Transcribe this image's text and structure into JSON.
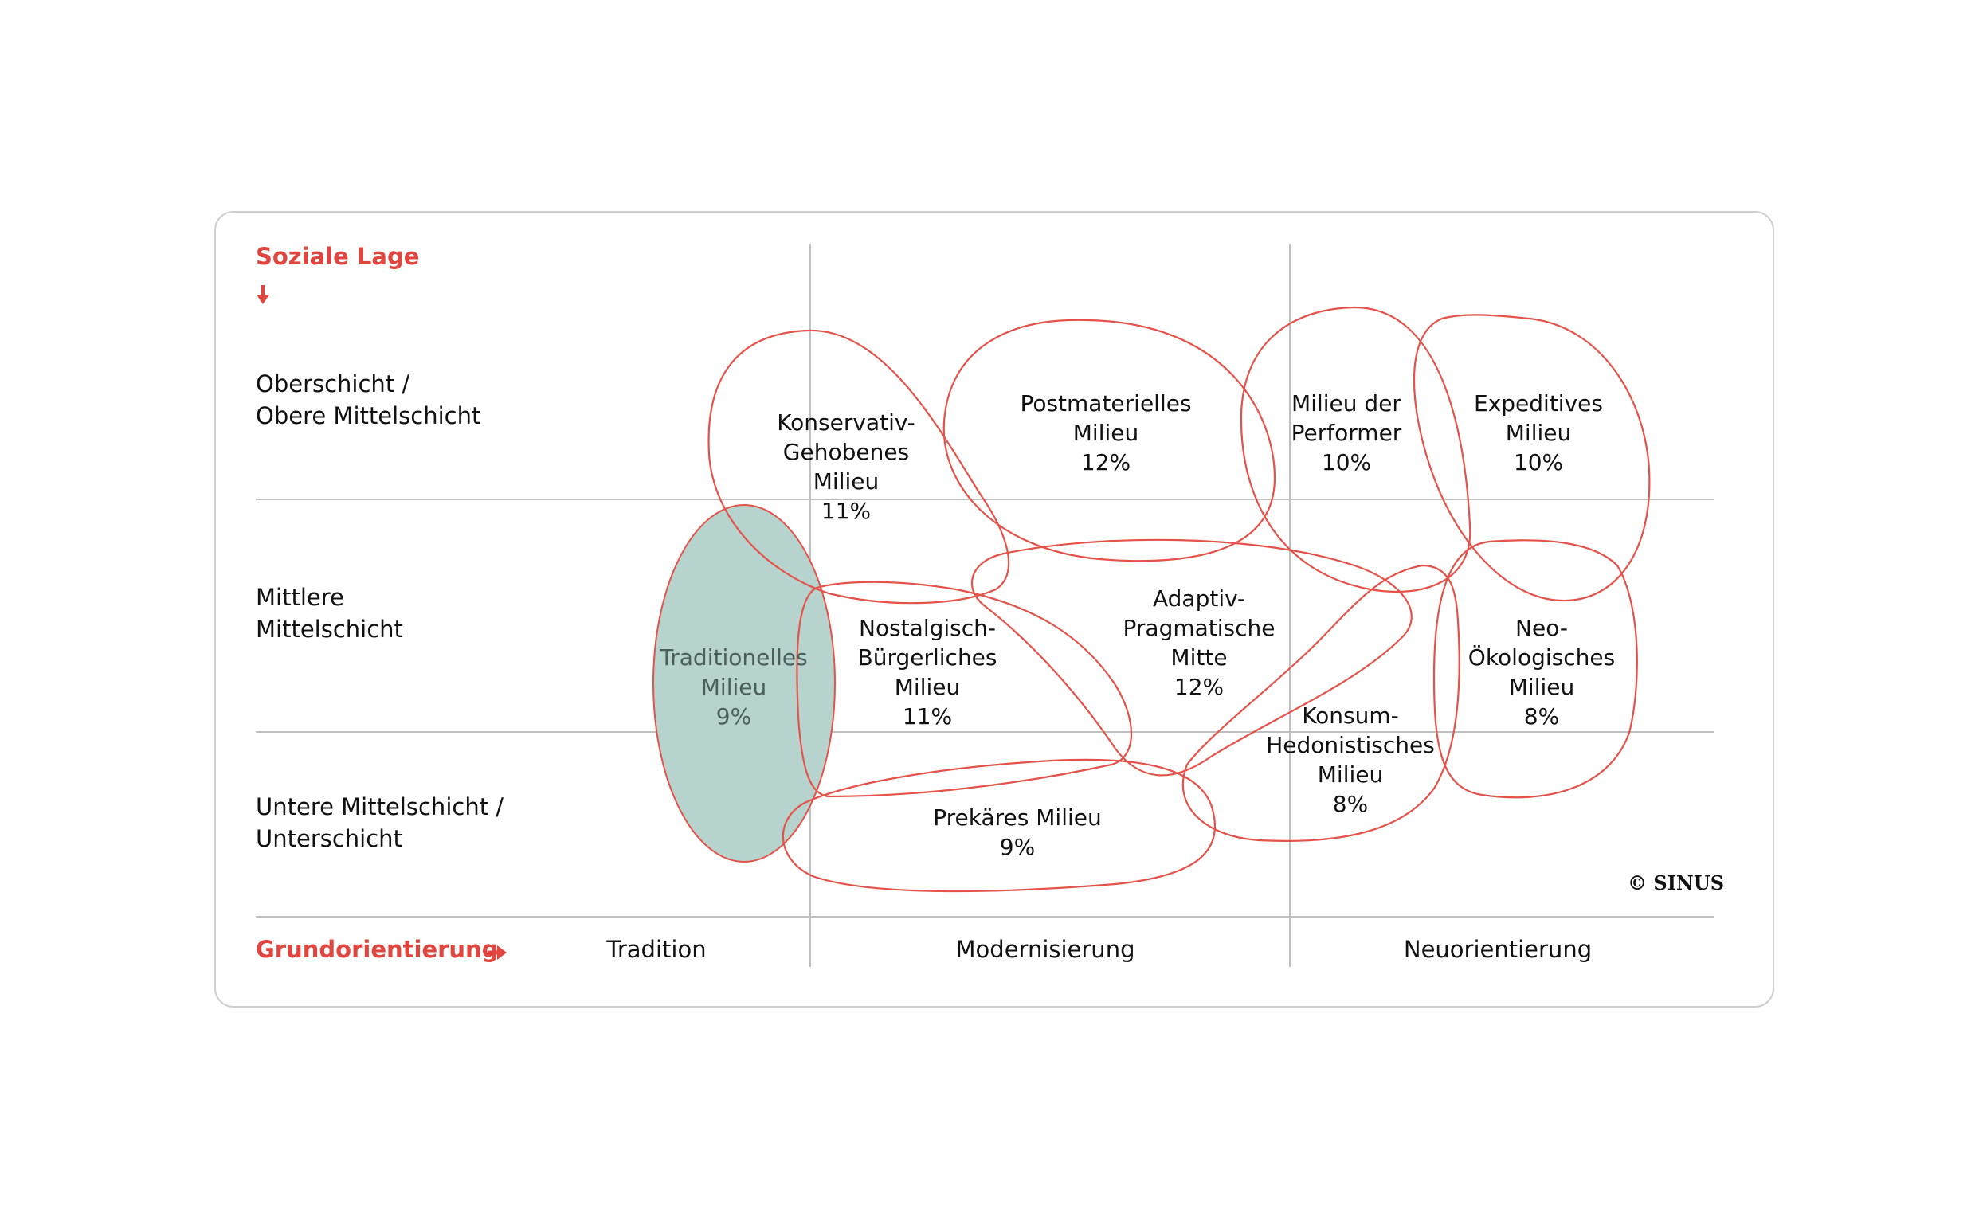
{
  "y_axis": {
    "title": "Soziale Lage",
    "arrow": "arrow-down-icon",
    "levels": [
      "Oberschicht /\nObere Mittelschicht",
      "Mittlere\nMittelschicht",
      "Untere Mittelschicht /\nUnterschicht"
    ]
  },
  "x_axis": {
    "title": "Grundorientierung",
    "arrow": "arrow-right-icon",
    "columns": [
      "Tradition",
      "Modernisierung",
      "Neuorientierung"
    ]
  },
  "milieus": [
    {
      "id": "konservativ-gehobenes",
      "name": "Konservativ-\nGehobenes\nMilieu",
      "share": "11%"
    },
    {
      "id": "postmaterielles",
      "name": "Postmaterielles\nMilieu",
      "share": "12%"
    },
    {
      "id": "performer",
      "name": "Milieu der\nPerformer",
      "share": "10%"
    },
    {
      "id": "expeditives",
      "name": "Expeditives\nMilieu",
      "share": "10%"
    },
    {
      "id": "traditionelles",
      "name": "Traditionelles\nMilieu",
      "share": "9%",
      "highlighted": true
    },
    {
      "id": "nostalgisch-buergerliches",
      "name": "Nostalgisch-\nBürgerliches\nMilieu",
      "share": "11%"
    },
    {
      "id": "adaptiv-pragmatische",
      "name": "Adaptiv-\nPragmatische\nMitte",
      "share": "12%"
    },
    {
      "id": "neo-oekologisches",
      "name": "Neo-\nÖkologisches\nMilieu",
      "share": "8%"
    },
    {
      "id": "konsum-hedonistisches",
      "name": "Konsum-\nHedonistisches\nMilieu",
      "share": "8%"
    },
    {
      "id": "prekaeres",
      "name": "Prekäres Milieu",
      "share": "9%"
    }
  ],
  "copyright": "© SINUS",
  "colors": {
    "accent": "#e0463f",
    "outline": "#e4524a",
    "highlight_fill": "#b7d3cd",
    "grid": "#bfbfbf"
  }
}
